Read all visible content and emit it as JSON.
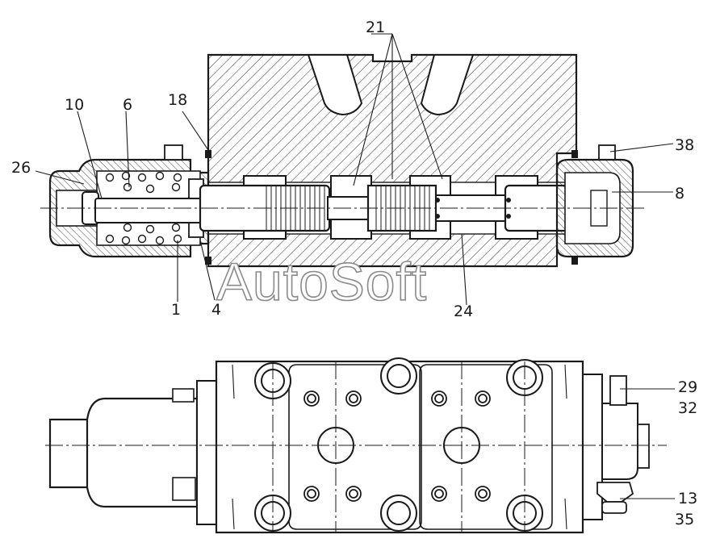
{
  "callouts": {
    "c1": "1",
    "c4": "4",
    "c6": "6",
    "c8": "8",
    "c10": "10",
    "c13": "13",
    "c18": "18",
    "c21": "21",
    "c24": "24",
    "c26": "26",
    "c29": "29",
    "c32": "32",
    "c35": "35",
    "c38": "38"
  },
  "watermark": "AutoSoft",
  "colors": {
    "line": "#1a1a1a",
    "watermark_stroke": "#8a8a8a",
    "background": "#ffffff"
  }
}
